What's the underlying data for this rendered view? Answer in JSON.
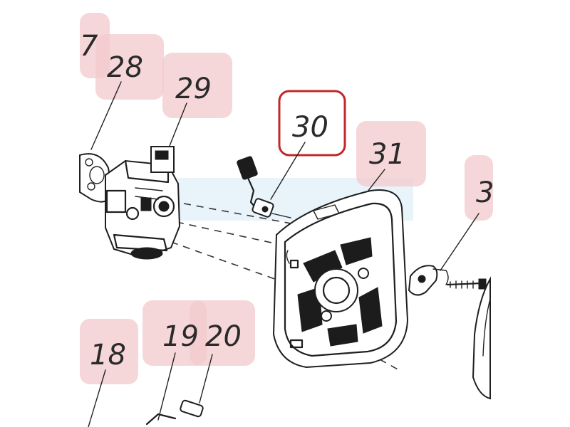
{
  "diagram": {
    "callouts": [
      {
        "id": "27",
        "label": "7"
      },
      {
        "id": "28",
        "label": "28"
      },
      {
        "id": "29",
        "label": "29"
      },
      {
        "id": "30",
        "label": "30",
        "highlighted": true
      },
      {
        "id": "31",
        "label": "31"
      },
      {
        "id": "32",
        "label": "3"
      },
      {
        "id": "18",
        "label": "18"
      },
      {
        "id": "19",
        "label": "19"
      },
      {
        "id": "20",
        "label": "20"
      }
    ],
    "highlight_color": "#c0282b",
    "callout_bg_color": "#f3c9cc"
  }
}
